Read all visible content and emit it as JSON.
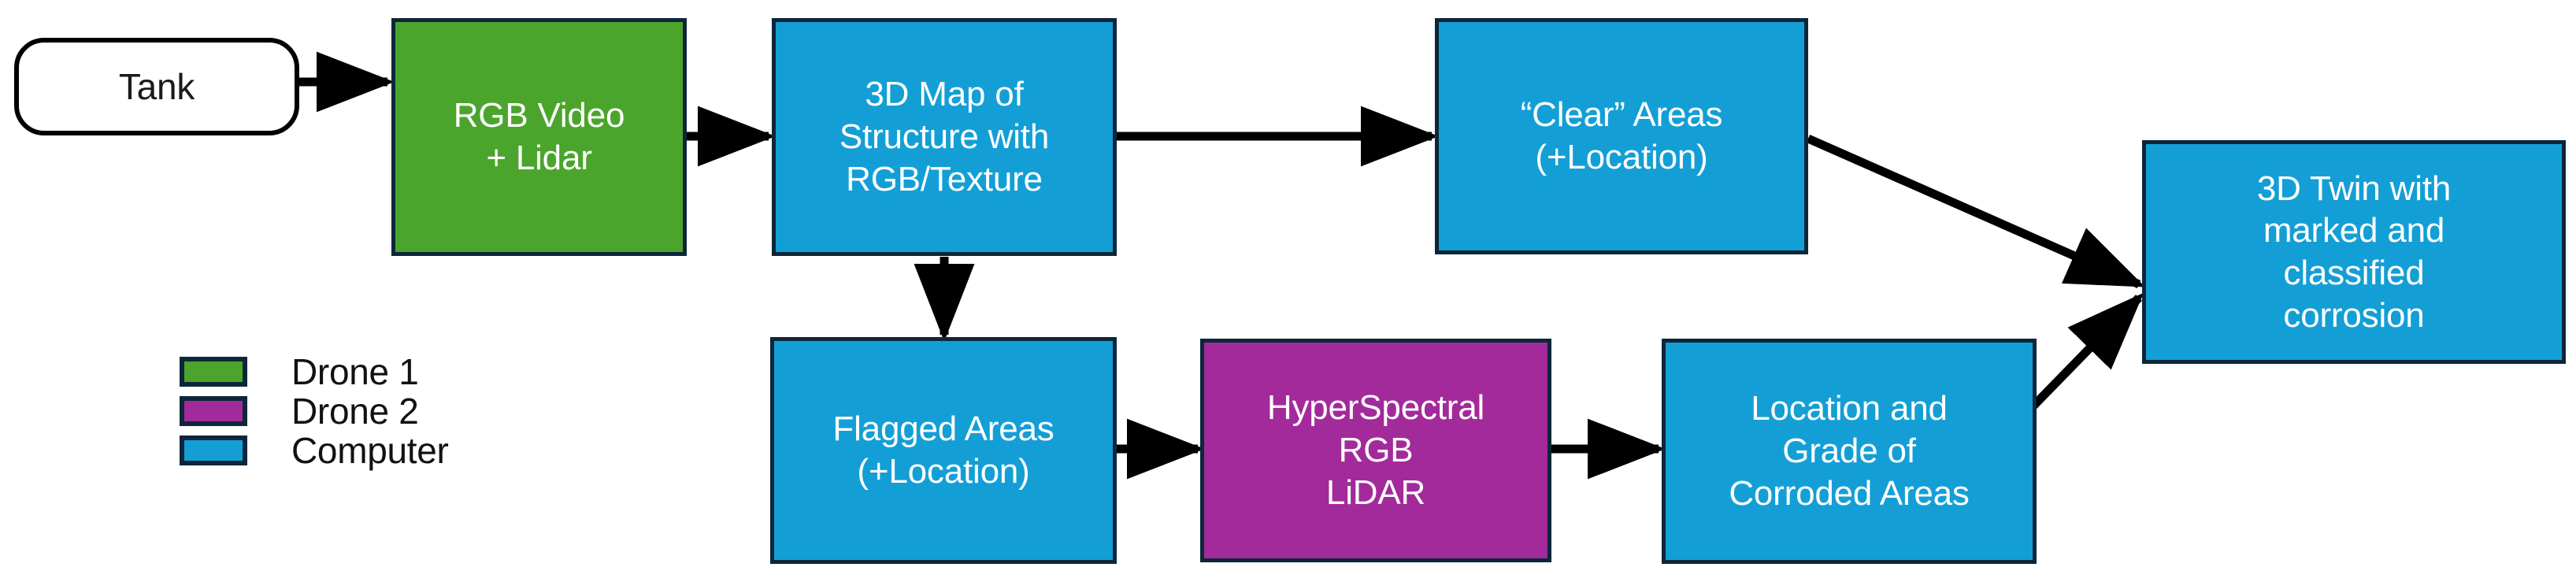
{
  "diagram": {
    "title": "Drone inspection pipeline flowchart",
    "colors": {
      "drone1_green": "#4ba52c",
      "drone2_purple": "#a32a9b",
      "computer_blue": "#139fd6",
      "box_border": "#0d2639",
      "start_border": "#000000",
      "arrow": "#000000",
      "background": "#ffffff"
    },
    "nodes": [
      {
        "id": "tank",
        "label": "Tank",
        "kind": "start",
        "legend_group": ""
      },
      {
        "id": "rgb_lidar",
        "label": "RGB Video\n+ Lidar",
        "kind": "process",
        "legend_group": "Drone 1"
      },
      {
        "id": "map3d",
        "label": "3D Map of\nStructure with\nRGB/Texture",
        "kind": "process",
        "legend_group": "Computer"
      },
      {
        "id": "clear_areas",
        "label": "“Clear” Areas\n(+Location)",
        "kind": "process",
        "legend_group": "Computer"
      },
      {
        "id": "flagged",
        "label": "Flagged Areas\n(+Location)",
        "kind": "process",
        "legend_group": "Computer"
      },
      {
        "id": "hyperspec",
        "label": "HyperSpectral\nRGB\nLiDAR",
        "kind": "process",
        "legend_group": "Drone 2"
      },
      {
        "id": "loc_grade",
        "label": "Location and\nGrade of\nCorroded Areas",
        "kind": "process",
        "legend_group": "Computer"
      },
      {
        "id": "twin",
        "label": "3D Twin with\nmarked and\nclassified\ncorrosion",
        "kind": "process",
        "legend_group": "Computer"
      }
    ],
    "edges": [
      {
        "from": "tank",
        "to": "rgb_lidar"
      },
      {
        "from": "rgb_lidar",
        "to": "map3d"
      },
      {
        "from": "map3d",
        "to": "clear_areas"
      },
      {
        "from": "map3d",
        "to": "flagged"
      },
      {
        "from": "clear_areas",
        "to": "twin"
      },
      {
        "from": "flagged",
        "to": "hyperspec"
      },
      {
        "from": "hyperspec",
        "to": "loc_grade"
      },
      {
        "from": "loc_grade",
        "to": "twin"
      }
    ],
    "legend": {
      "items": [
        {
          "label": "Drone 1",
          "color": "#4ba52c"
        },
        {
          "label": "Drone 2",
          "color": "#a32a9b"
        },
        {
          "label": "Computer",
          "color": "#139fd6"
        }
      ]
    }
  }
}
